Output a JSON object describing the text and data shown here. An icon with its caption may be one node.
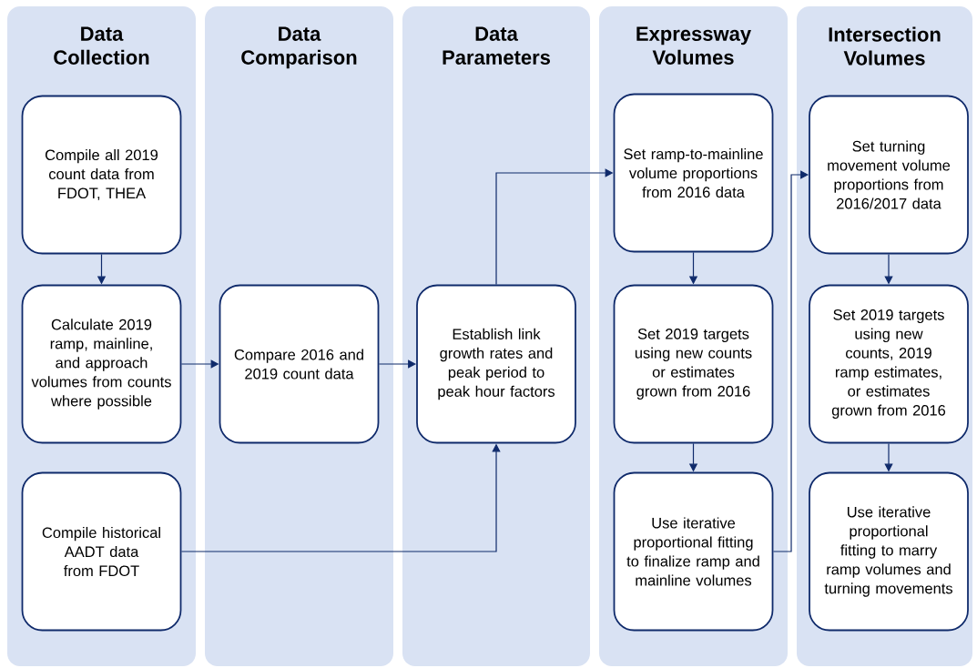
{
  "diagram": {
    "nodes": [
      {
        "text": [
          "Data Collection"
        ]
      },
      {
        "text": [
          "Compile all 2019 count data from FDOT, THEA"
        ],
        "in": 0
      },
      {
        "text": [
          "Calculate 2019 ramp, mainline, and approach volumes from counts where possible"
        ],
        "in": 0
      },
      {
        "text": [
          "Compile historical AADT data from FDOT"
        ],
        "in": 0
      },
      {
        "text": [
          "Data Comparison"
        ]
      },
      {
        "text": [
          "Compare 2016 and 2019 count data"
        ],
        "in": 4
      },
      {
        "text": [
          "Data Parameters"
        ]
      },
      {
        "text": [
          "Establish link growth rates and peak period to peak hour factors"
        ],
        "in": 6
      },
      {
        "text": [
          "Expressway Volumes"
        ]
      },
      {
        "text": [
          "Set ramp-to-mainline volume proportions from 2016 data"
        ],
        "in": 8
      },
      {
        "text": [
          "Set 2019 targets using new counts or estimates grown from 2016"
        ],
        "in": 8
      },
      {
        "text": [
          "Use iterative proportional fitting to finalize ramp and mainline volumes"
        ],
        "in": 8
      },
      {
        "text": [
          "Intersection Volumes"
        ]
      },
      {
        "text": [
          "Set turning movement volume proportions from 2016/2017 data"
        ],
        "in": 12
      },
      {
        "text": [
          "Set 2019 targets using new counts, 2019 ramp estimates, or estimates grown from 2016"
        ],
        "in": 12
      },
      {
        "text": [
          "Use iterative proportional fitting to marry ramp volumes and turning movements"
        ],
        "in": 12
      }
    ],
    "edges": [
      {
        "from": 1,
        "to": 2,
        "arrow": "to"
      },
      {
        "from": 2,
        "to": 5,
        "arrow": "to"
      },
      {
        "from": 5,
        "to": 7,
        "arrow": "to"
      },
      {
        "from": 3,
        "to": 7,
        "arrow": "to"
      },
      {
        "from": 7,
        "to": 9,
        "arrow": "to"
      },
      {
        "from": 9,
        "to": 10,
        "arrow": "to"
      },
      {
        "from": 10,
        "to": 11,
        "arrow": "to"
      },
      {
        "from": 11,
        "to": 13,
        "arrow": "to"
      },
      {
        "from": 13,
        "to": 14,
        "arrow": "to"
      },
      {
        "from": 14,
        "to": 15,
        "arrow": "to"
      }
    ]
  }
}
